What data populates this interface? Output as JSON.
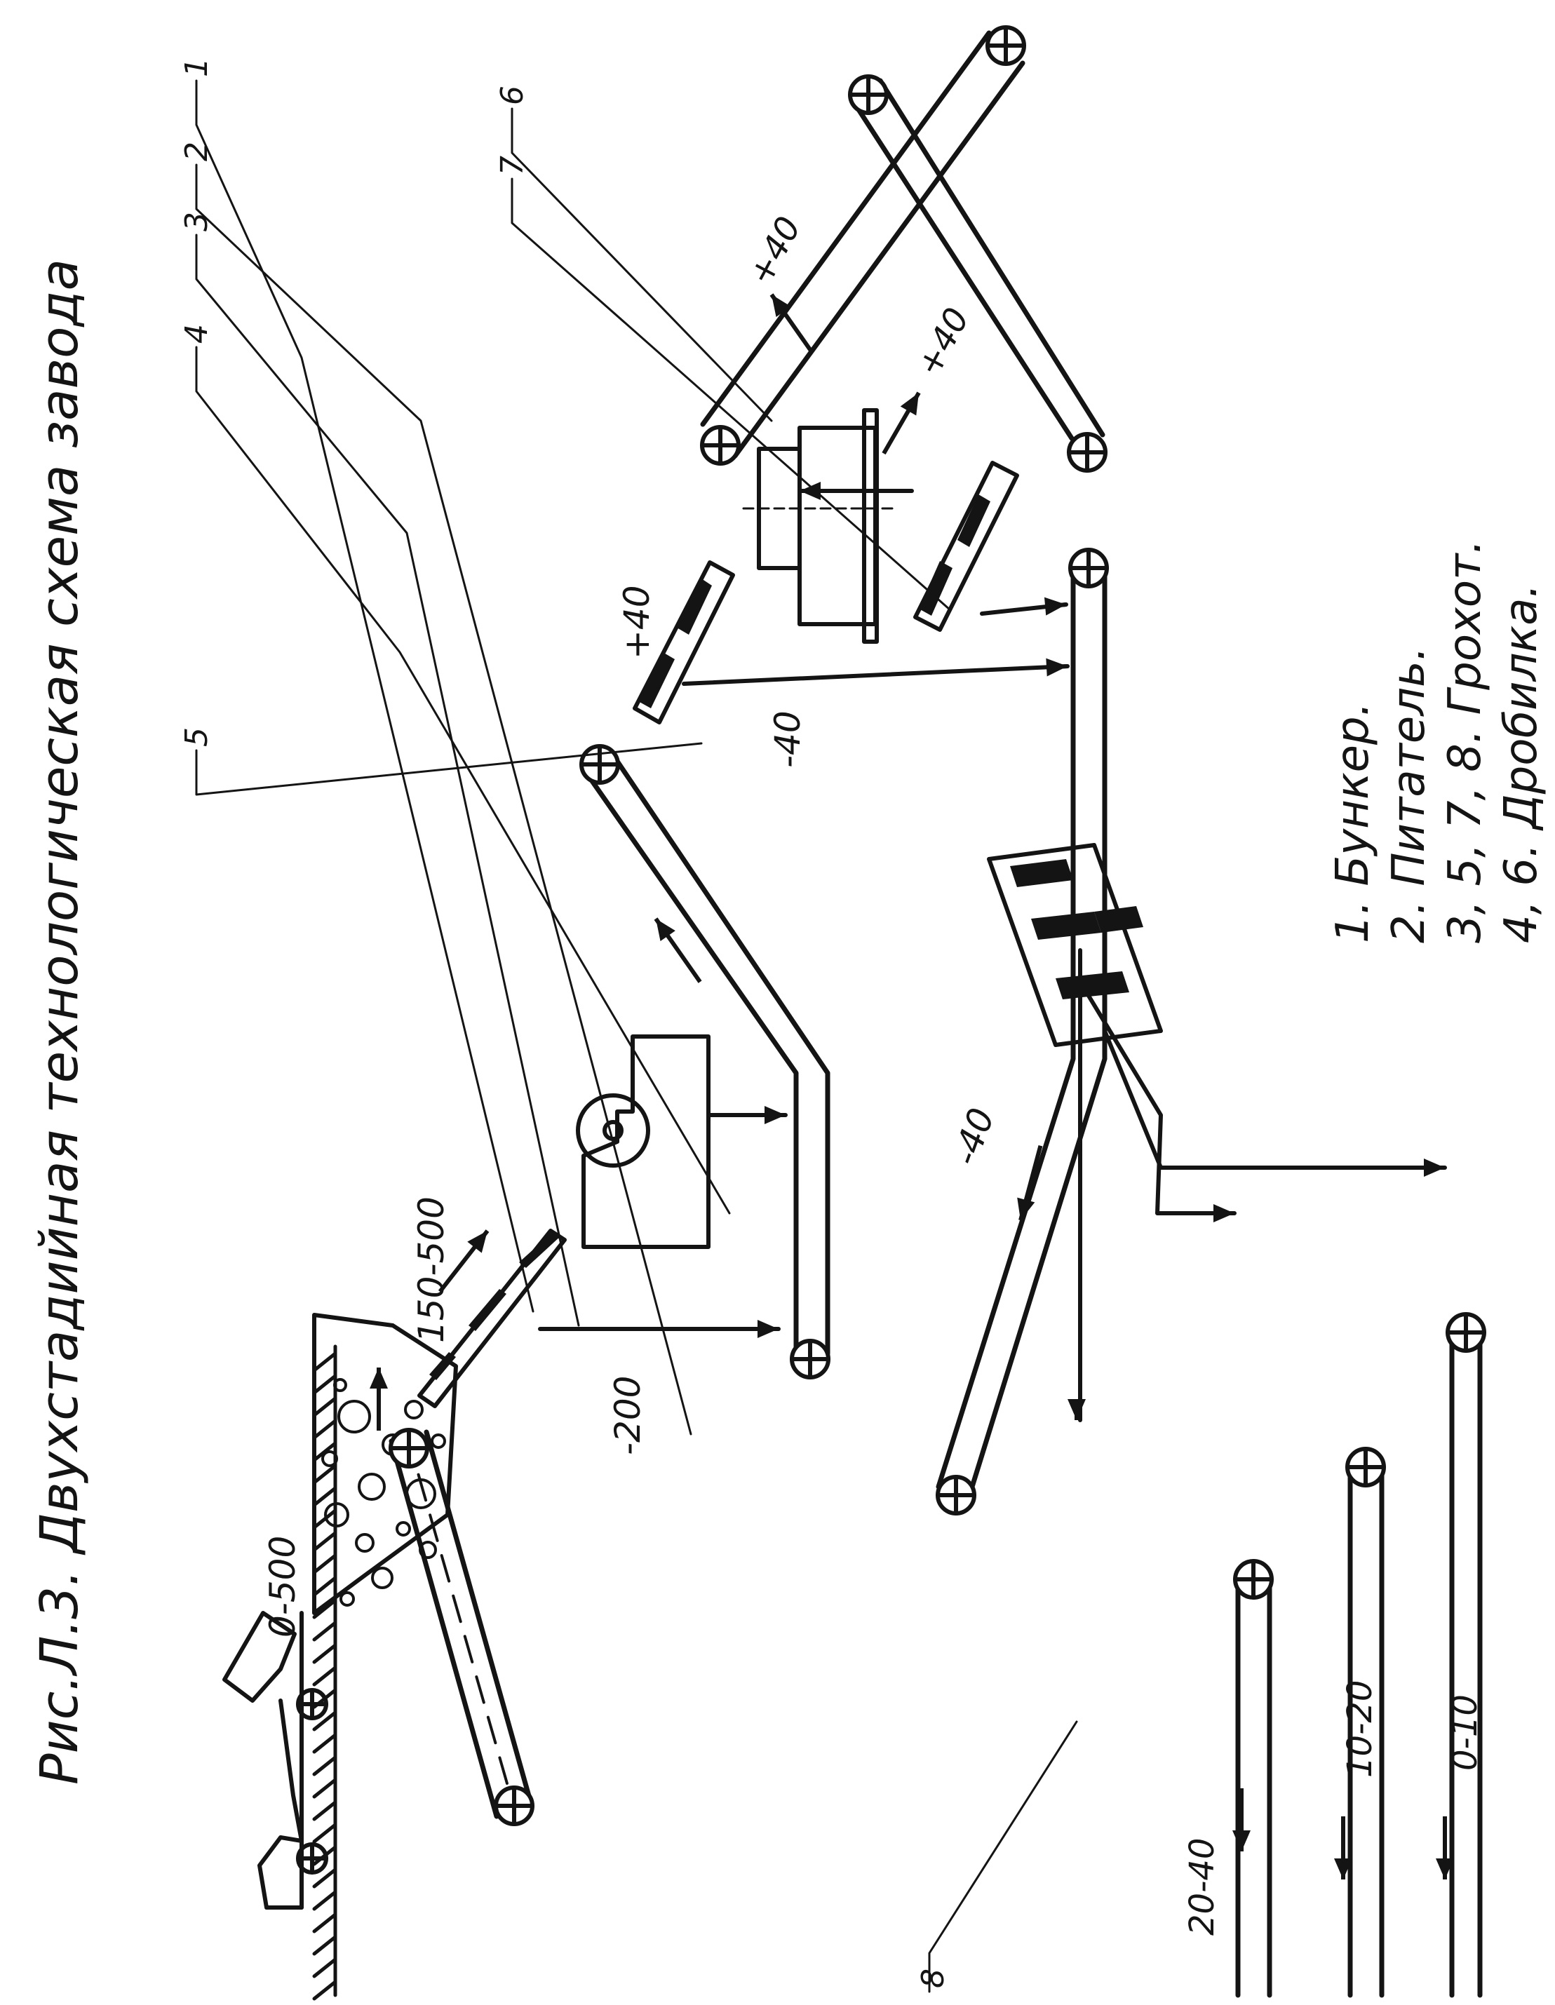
{
  "figure": {
    "title": "Рис.Л.3. Двухстадийная технологическая схема завода"
  },
  "callouts": [
    "1",
    "2",
    "3",
    "4",
    "5",
    "6",
    "7",
    "8"
  ],
  "flow_labels": {
    "feed": "0-500",
    "coarse": "150-500",
    "minus200": "-200",
    "minus40_a": "-40",
    "plus40_a": "+40",
    "plus40_b": "+40",
    "plus40_c": "+40",
    "minus40_b": "-40"
  },
  "products": [
    "20-40",
    "10-20",
    "0-10"
  ],
  "legend": [
    "1. Бункер.",
    "2. Питатель.",
    "3, 5, 7, 8.  Грохот.",
    "4, 6.  Дробилка."
  ],
  "colors": {
    "ink": "#141414",
    "paper": "#ffffff"
  }
}
